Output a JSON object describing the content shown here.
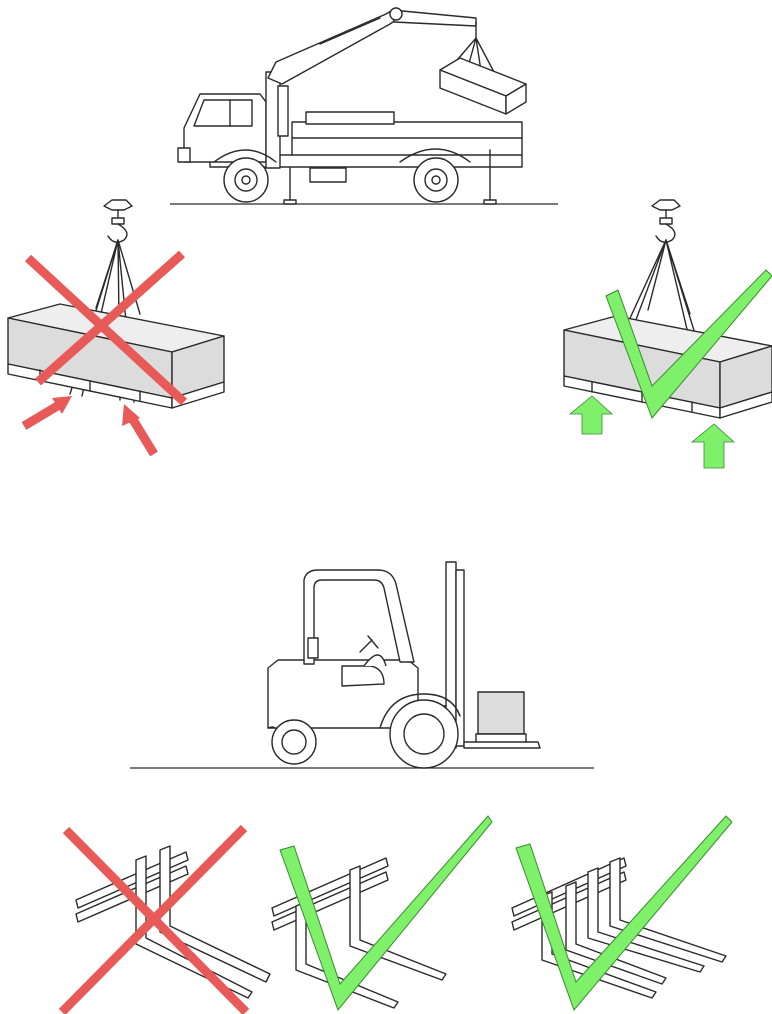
{
  "colors": {
    "wrong_mark": "#e85a58",
    "correct_mark": "#7ef06a",
    "arrow_wrong": "#e85a58",
    "arrow_correct": "#7ef06a",
    "line": "#2a2a2a",
    "box_fill": "#dcdcdc"
  },
  "icons": {
    "crane_truck": "crane-truck-icon",
    "hook": "crane-hook-icon",
    "forklift": "forklift-icon",
    "wrong": "red-x-icon",
    "correct": "green-check-icon"
  },
  "rules": [
    {
      "subject": "crane-lift-slings",
      "verdict": "wrong",
      "mark": "red-x"
    },
    {
      "subject": "crane-lift-slings",
      "verdict": "correct",
      "mark": "green-check"
    },
    {
      "subject": "forklift-forks-narrow",
      "verdict": "wrong",
      "mark": "red-x"
    },
    {
      "subject": "forklift-forks-wide",
      "verdict": "correct",
      "mark": "green-check"
    },
    {
      "subject": "forklift-forks-extended",
      "verdict": "correct",
      "mark": "green-check"
    }
  ]
}
